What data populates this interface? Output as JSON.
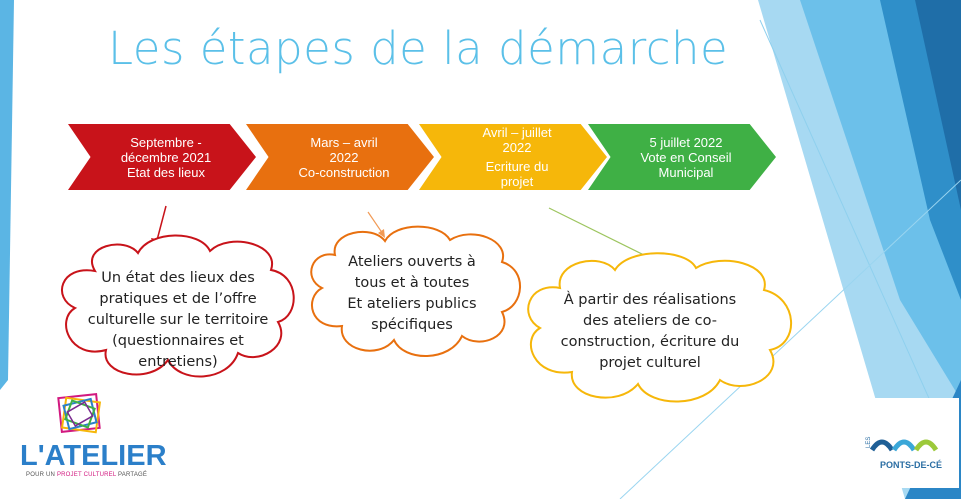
{
  "title": "Les étapes de la démarche",
  "steps": [
    {
      "period_lines": [
        "Septembre -",
        "décembre 2021"
      ],
      "desc_lines": [
        "Etat des lieux"
      ],
      "color": "#c8131a"
    },
    {
      "period_lines": [
        "Mars – avril",
        "2022"
      ],
      "desc_lines": [
        "Co-construction"
      ],
      "color": "#e8700f"
    },
    {
      "period_lines": [
        "Avril – juillet",
        "2022"
      ],
      "desc_lines": [
        "Ecriture du",
        "projet"
      ],
      "color": "#f6b70a"
    },
    {
      "period_lines": [
        "5 juillet 2022"
      ],
      "desc_lines": [
        "Vote en Conseil",
        "Municipal"
      ],
      "color": "#3fb045"
    }
  ],
  "clouds": [
    {
      "lines": [
        "Un état des lieux des",
        "pratiques et de l’offre",
        "culturelle sur le territoire",
        "(questionnaires et",
        "entretiens)"
      ],
      "border_color": "#c8131a"
    },
    {
      "lines": [
        "Ateliers ouverts à",
        "tous et à toutes",
        "Et ateliers publics",
        "spécifiques"
      ],
      "border_color": "#e8700f"
    },
    {
      "lines": [
        "À partir des réalisations",
        "des ateliers de co-",
        "construction, écriture du",
        "projet culturel"
      ],
      "border_color": "#f6b70a"
    }
  ],
  "logos": {
    "atelier": {
      "word": "L'ATELIER",
      "sub_pre": "POUR UN ",
      "sub_highlight": "PROJET CULTUREL",
      "sub_post": " PARTAGÉ",
      "icon": "atelier-frames-icon"
    },
    "ponts": {
      "les": "LES",
      "word": "PONTS-DE-CÉ",
      "icon": "bridge-arches-icon"
    }
  },
  "colors": {
    "title": "#5bc0e8",
    "accent_blue": "#2b7fc9",
    "decor_blue": "#4aa3d8"
  }
}
